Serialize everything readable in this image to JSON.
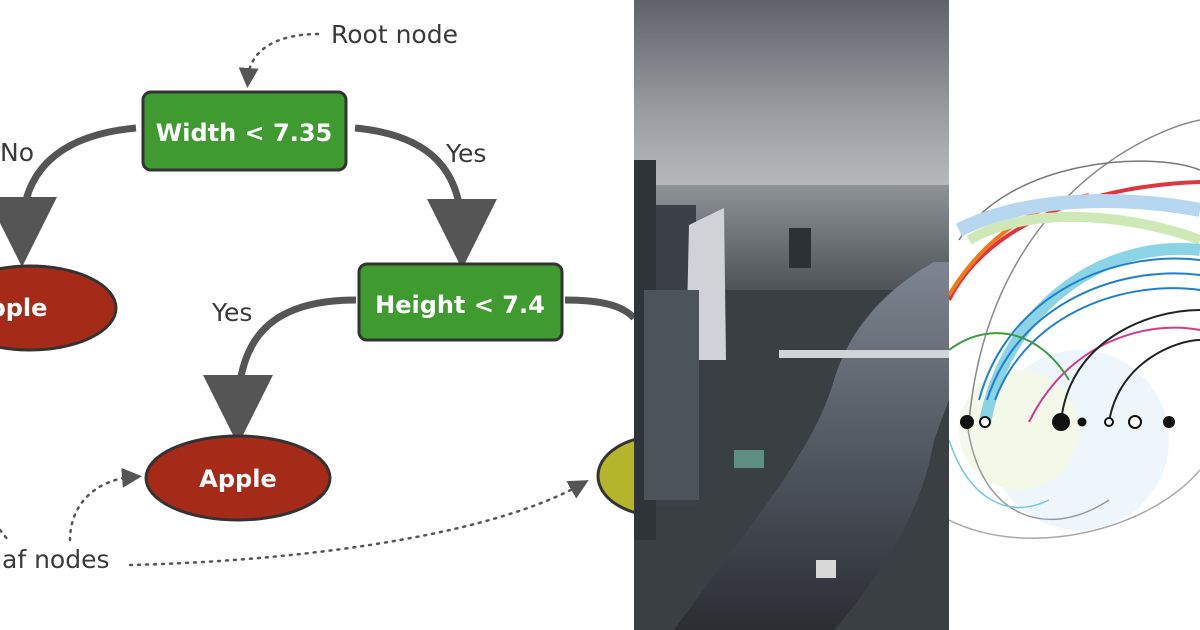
{
  "tree": {
    "root_annotation": "Root node",
    "leaf_annotation": "af nodes",
    "root_condition": "Width < 7.35",
    "inner_condition": "Height < 7.4",
    "edge_labels": {
      "root_no": "No",
      "root_yes": "Yes",
      "inner_yes": "Yes"
    },
    "leaves": {
      "left_leaf": "pple",
      "middle_leaf": "Apple"
    },
    "colors": {
      "decision_fill": "#3f9a2f",
      "apple_leaf_fill": "#a52a17",
      "other_leaf_fill": "#b5b52c",
      "arrow": "#555555"
    }
  },
  "photo": {
    "subject": "aerial city skyline with river"
  },
  "arcs": {
    "subject": "colorful arc diagram"
  }
}
